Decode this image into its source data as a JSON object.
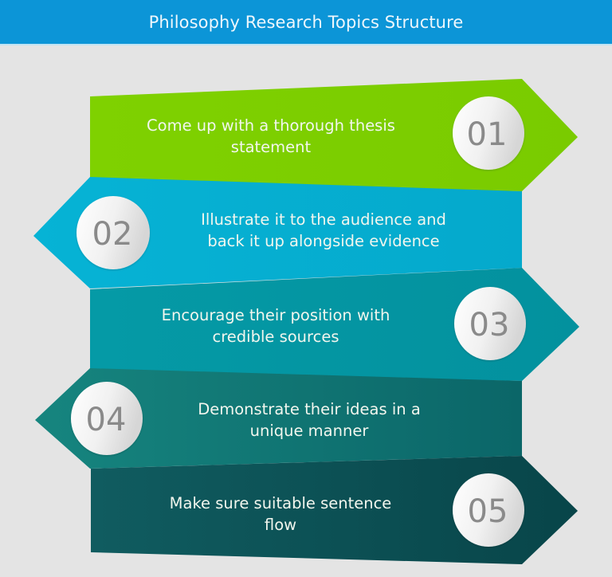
{
  "header": {
    "title": "Philosophy Research Topics Structure"
  },
  "colors": {
    "header_bg": "#0c95d7",
    "page_bg": "#e4e4e4",
    "step1": "#7ed000",
    "step2": "#05b0d3",
    "step3": "#0497a4",
    "step4": "#117b79",
    "step5": "#0c5459",
    "number_text": "#8a8a8a"
  },
  "steps": [
    {
      "number": "01",
      "text": "Come up with a thorough thesis statement",
      "line1": "Come up with a thorough thesis",
      "line2": "statement",
      "side": "right"
    },
    {
      "number": "02",
      "text": "Illustrate it to the audience and back it up alongside evidence",
      "line1": "Illustrate it to the audience and",
      "line2": "back it up alongside evidence",
      "side": "left"
    },
    {
      "number": "03",
      "text": "Encourage their position with credible sources",
      "line1": "Encourage their position with",
      "line2": "credible sources",
      "side": "right"
    },
    {
      "number": "04",
      "text": "Demonstrate their ideas in a unique manner",
      "line1": "Demonstrate their ideas in a",
      "line2": "unique manner",
      "side": "left"
    },
    {
      "number": "05",
      "text": "Make sure suitable sentence flow",
      "line1": "Make sure suitable sentence",
      "line2": "flow",
      "side": "right"
    }
  ]
}
